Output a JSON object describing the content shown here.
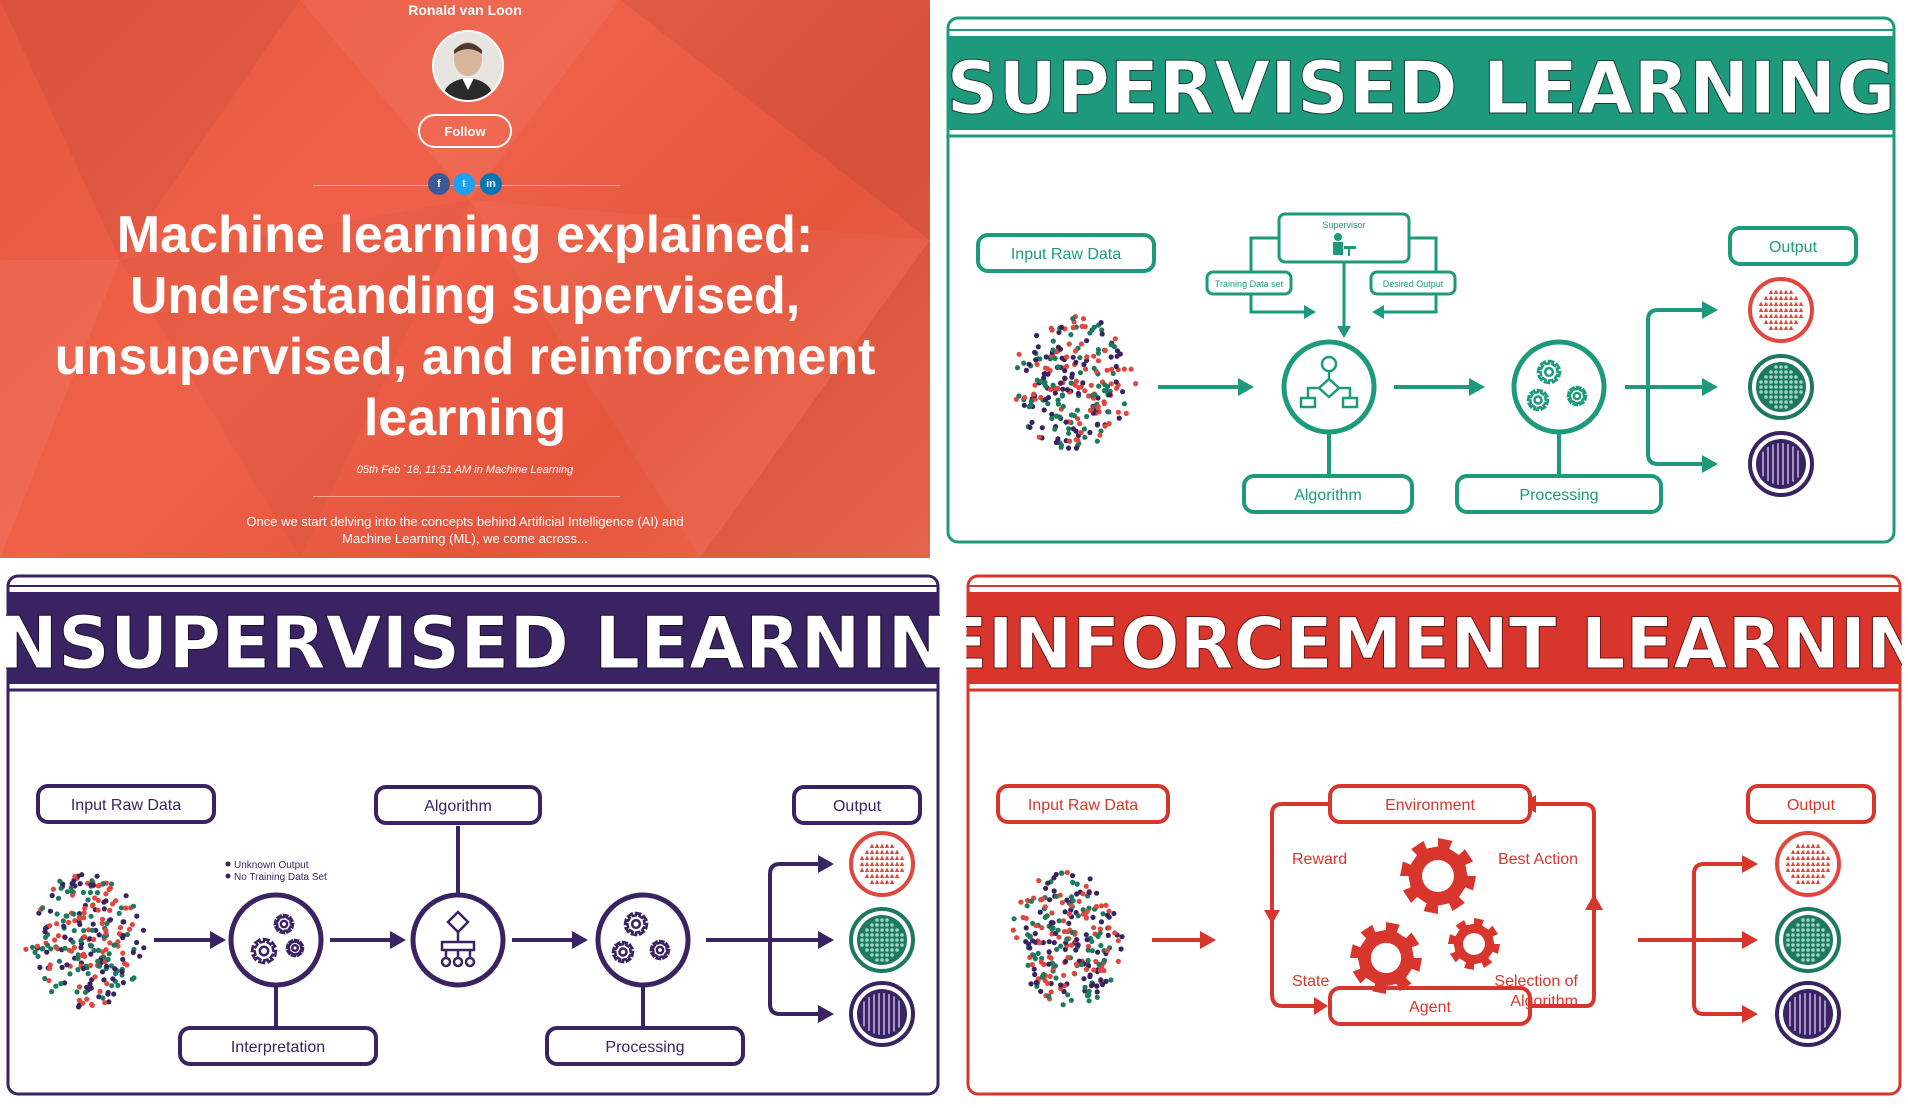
{
  "article": {
    "author": "Ronald van Loon",
    "follow_label": "Follow",
    "share": {
      "facebook": "f",
      "twitter": "t",
      "linkedin": "in"
    },
    "title_lines": [
      "Machine learning explained:",
      "Understanding supervised,",
      "unsupervised, and reinforcement",
      "learning"
    ],
    "meta": "05th Feb `18, 11:51 AM in Machine Learning",
    "excerpt_lines": [
      "Once we start delving into the concepts behind Artificial Intelligence (AI) and",
      "Machine Learning (ML), we come across..."
    ]
  },
  "supervised": {
    "title": "SUPERVISED LEARNING",
    "color": "#1d9a7c",
    "input_label": "Input Raw Data",
    "supervisor_label": "Supervisor",
    "training_label": "Training Data set",
    "desired_label": "Desired Output",
    "algorithm_label": "Algorithm",
    "processing_label": "Processing",
    "output_label": "Output"
  },
  "unsupervised": {
    "title": "UNSUPERVISED LEARNING",
    "color": "#3a2362",
    "input_label": "Input Raw Data",
    "algorithm_label": "Algorithm",
    "output_label": "Output",
    "note_1": "Unknown Output",
    "note_2": "No Training Data Set",
    "interpretation_label": "Interpretation",
    "processing_label": "Processing"
  },
  "reinforcement": {
    "title": "REINFORCEMENT LEARNING",
    "color": "#d8362d",
    "input_label": "Input Raw Data",
    "environment_label": "Environment",
    "output_label": "Output",
    "reward_label": "Reward",
    "best_action_label": "Best Action",
    "state_label": "State",
    "selection_line_1": "Selection of",
    "selection_line_2": "Algorithm",
    "agent_label": "Agent"
  },
  "output_colors": {
    "red": "#e0473e",
    "green": "#1d7a5e",
    "purple": "#3a2362"
  }
}
